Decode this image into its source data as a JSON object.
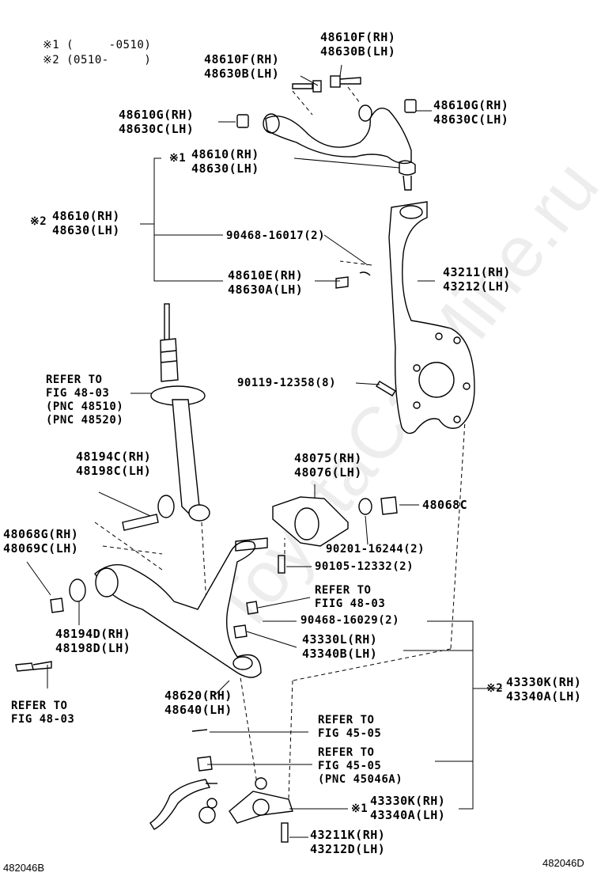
{
  "watermark": "ToyotaCarMine.ru",
  "legend": [
    {
      "mark": "※1",
      "range": "(     -0510)"
    },
    {
      "mark": "※2",
      "range": "(0510-     )"
    }
  ],
  "labels": {
    "l1": "48610F(RH)\n48630B(LH)",
    "l2": "48610F(RH)\n48630B(LH)",
    "l3": "48610G(RH)\n48630C(LH)",
    "l4": "48610G(RH)\n48630C(LH)",
    "l5_mark": "※1",
    "l5": "48610(RH)\n48630(LH)",
    "l6_mark": "※2",
    "l6": "48610(RH)\n48630(LH)",
    "l7": "90468-16017(2)",
    "l8": "48610E(RH)\n48630A(LH)",
    "l9": "43211(RH)\n43212(LH)",
    "l10": "90119-12358(8)",
    "l11": "REFER TO\nFIG 48-03\n(PNC 48510)\n(PNC 48520)",
    "l12": "48194C(RH)\n48198C(LH)",
    "l13": "48075(RH)\n48076(LH)",
    "l14": "48068C",
    "l15": "48068G(RH)\n48069C(LH)",
    "l16": "90201-16244(2)",
    "l17": "90105-12332(2)",
    "l18": "REFER TO\nFIIG 48-03",
    "l19": "90468-16029(2)",
    "l20": "48194D(RH)\n48198D(LH)",
    "l21": "43330L(RH)\n43340B(LH)",
    "l22_mark": "※2",
    "l22": "43330K(RH)\n43340A(LH)",
    "l23": "48620(RH)\n48640(LH)",
    "l24": "REFER TO\nFIG 48-03",
    "l25": "REFER TO\nFIG 45-05",
    "l26": "REFER TO\nFIG 45-05\n(PNC 45046A)",
    "l27_mark": "※1",
    "l27": "43330K(RH)\n43340A(LH)",
    "l28": "43211K(RH)\n43212D(LH)"
  },
  "codes": {
    "left": "482046B",
    "right": "482046D"
  }
}
